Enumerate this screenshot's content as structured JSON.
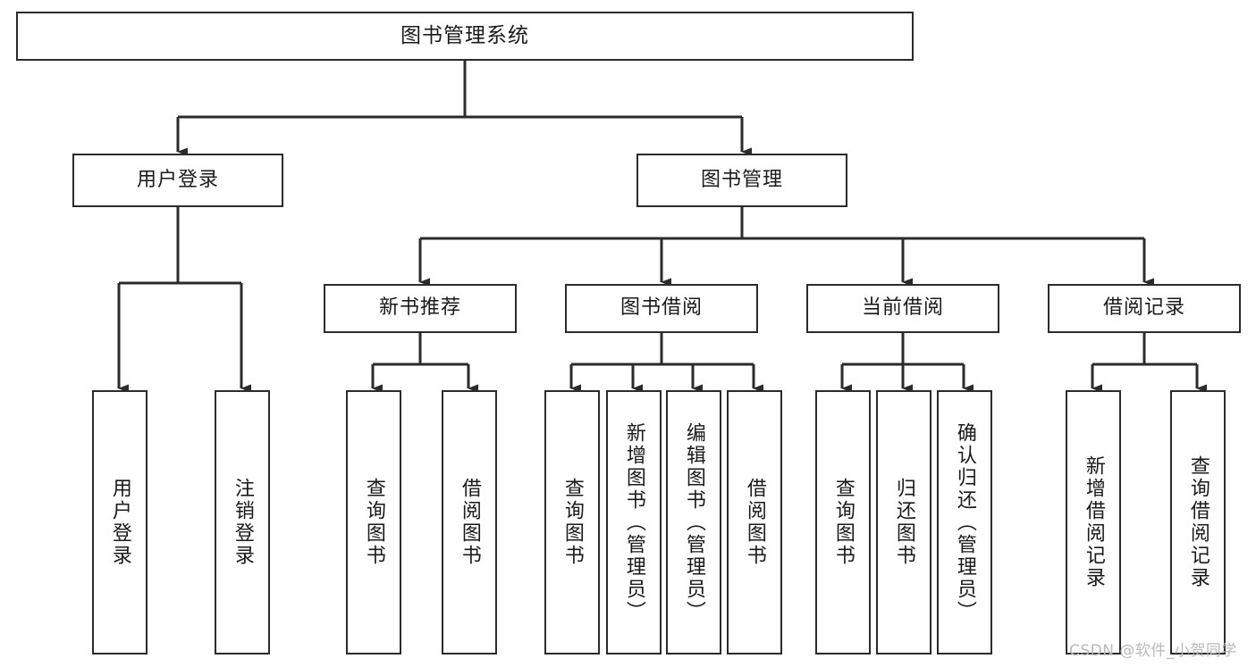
{
  "diagram": {
    "title": "图书管理系统",
    "type": "tree-hierarchy",
    "stroke_color": "#2b2b2b",
    "fill_color": "#ffffff",
    "text_color": "#1a1a1a"
  },
  "nodes": {
    "root": {
      "label": "图书管理系统",
      "level": 1
    },
    "level2": [
      {
        "id": "user-login",
        "label": "用户登录"
      },
      {
        "id": "book-management",
        "label": "图书管理"
      }
    ],
    "level3": [
      {
        "id": "new-book-recommend",
        "label": "新书推荐"
      },
      {
        "id": "book-borrow",
        "label": "图书借阅"
      },
      {
        "id": "current-borrow",
        "label": "当前借阅"
      },
      {
        "id": "borrow-record",
        "label": "借阅记录"
      }
    ],
    "leaves": [
      {
        "id": "leaf-user-login",
        "label": "用户登录",
        "parent": "user-login"
      },
      {
        "id": "leaf-logout",
        "label": "注销登录",
        "parent": "user-login"
      },
      {
        "id": "leaf-query-book-1",
        "label": "查询图书",
        "parent": "new-book-recommend"
      },
      {
        "id": "leaf-borrow-book-1",
        "label": "借阅图书",
        "parent": "new-book-recommend"
      },
      {
        "id": "leaf-query-book-2",
        "label": "查询图书",
        "parent": "book-borrow"
      },
      {
        "id": "leaf-add-book",
        "label": "新增图书（管理员）",
        "parent": "book-borrow"
      },
      {
        "id": "leaf-edit-book",
        "label": "编辑图书（管理员）",
        "parent": "book-borrow"
      },
      {
        "id": "leaf-borrow-book-2",
        "label": "借阅图书",
        "parent": "book-borrow"
      },
      {
        "id": "leaf-query-book-3",
        "label": "查询图书",
        "parent": "current-borrow"
      },
      {
        "id": "leaf-return-book",
        "label": "归还图书",
        "parent": "current-borrow"
      },
      {
        "id": "leaf-confirm-return",
        "label": "确认归还（管理员）",
        "parent": "current-borrow"
      },
      {
        "id": "leaf-add-record",
        "label": "新增借阅记录",
        "parent": "borrow-record"
      },
      {
        "id": "leaf-query-record",
        "label": "查询借阅记录",
        "parent": "borrow-record"
      }
    ]
  },
  "watermark": {
    "text": "CSDN @软件_小贺同学"
  }
}
